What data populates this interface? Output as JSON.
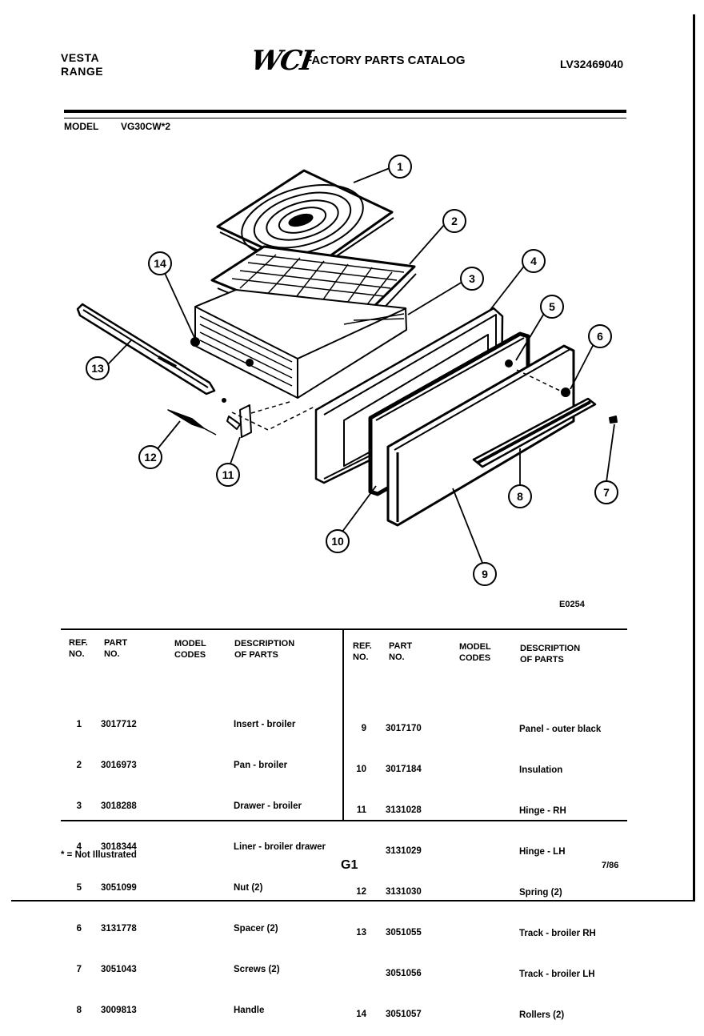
{
  "header": {
    "brand_line1": "VESTA",
    "brand_line2": "RANGE",
    "logo": "WCI",
    "catalog_title": "FACTORY PARTS CATALOG",
    "catalog_number": "LV32469040"
  },
  "model": {
    "label": "MODEL",
    "value": "VG30CW*2"
  },
  "diagram": {
    "figure_code": "E0254",
    "callouts": [
      "1",
      "2",
      "3",
      "4",
      "5",
      "6",
      "7",
      "8",
      "9",
      "10",
      "11",
      "12",
      "13",
      "14"
    ]
  },
  "table": {
    "headers": {
      "ref1": "REF.",
      "ref2": "NO.",
      "part1": "PART",
      "part2": "NO.",
      "model1": "MODEL",
      "model2": "CODES",
      "desc1": "DESCRIPTION",
      "desc2": "OF PARTS"
    },
    "left": [
      {
        "ref": "1",
        "part": "3017712",
        "desc": "Insert - broiler"
      },
      {
        "ref": "2",
        "part": "3016973",
        "desc": "Pan - broiler"
      },
      {
        "ref": "3",
        "part": "3018288",
        "desc": "Drawer - broiler"
      },
      {
        "ref": "4",
        "part": "3018344",
        "desc": "Liner - broiler drawer"
      },
      {
        "ref": "5",
        "part": "3051099",
        "desc": "Nut (2)"
      },
      {
        "ref": "6",
        "part": "3131778",
        "desc": "Spacer (2)"
      },
      {
        "ref": "7",
        "part": "3051043",
        "desc": "Screws (2)"
      },
      {
        "ref": "8",
        "part": "3009813",
        "desc": "Handle"
      }
    ],
    "right": [
      {
        "ref": "9",
        "part": "3017170",
        "desc": "Panel - outer black"
      },
      {
        "ref": "10",
        "part": "3017184",
        "desc": "Insulation"
      },
      {
        "ref": "11",
        "part": "3131028",
        "desc": "Hinge - RH"
      },
      {
        "ref": "",
        "part": "3131029",
        "desc": "Hinge - LH"
      },
      {
        "ref": "12",
        "part": "3131030",
        "desc": "Spring (2)"
      },
      {
        "ref": "13",
        "part": "3051055",
        "desc": "Track - broiler RH"
      },
      {
        "ref": "",
        "part": "3051056",
        "desc": "Track - broiler LH"
      },
      {
        "ref": "14",
        "part": "3051057",
        "desc": "Rollers (2)"
      }
    ]
  },
  "footer": {
    "note": "* = Not Illustrated",
    "page": "G1",
    "date": "7/86"
  }
}
